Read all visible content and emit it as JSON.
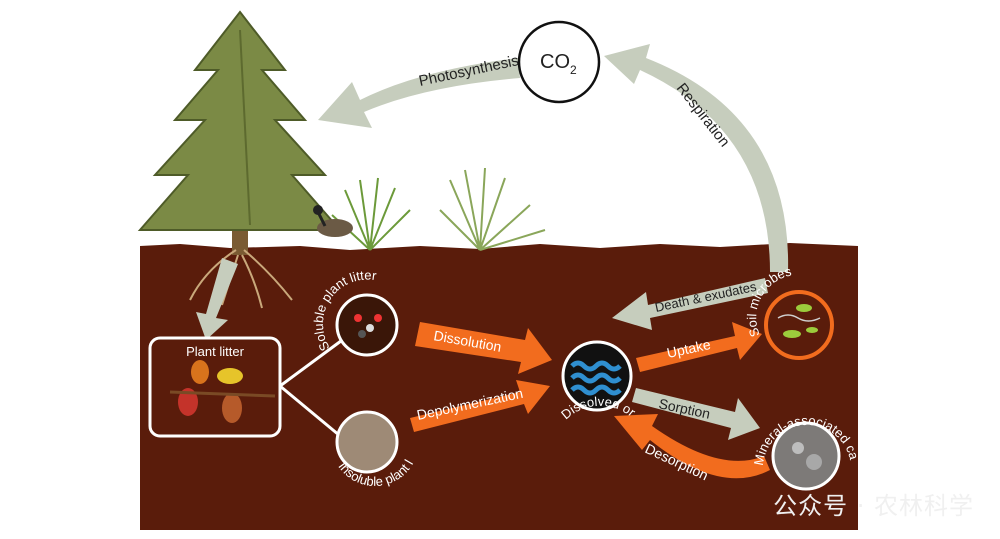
{
  "diagram": {
    "co2": {
      "base": "CO",
      "sub": "2"
    },
    "arrows": {
      "photosynthesis": "Photosynthesis",
      "respiration": "Respiration",
      "dissolution": "Dissolution",
      "depolymerization": "Depolymerization",
      "uptake": "Uptake",
      "death_exudates": "Death & exudates",
      "sorption": "Sorption",
      "desorption": "Desorption"
    },
    "nodes": {
      "plant_litter": "Plant litter",
      "soluble_plant_litter": "Soluble plant litter",
      "insoluble_plant_litter": "Insoluble plant litter",
      "dissolved_organic_carbon": "Dissolved organic carbon",
      "soil_microbes": "Soil microbes",
      "mineral_associated_carbon": "Mineral-associated carbon"
    },
    "colors": {
      "soil": "#5a1c0b",
      "orange_arrow": "#f26c1e",
      "grey_arrow": "#c6cdbd",
      "node_border": "#ffffff"
    }
  },
  "watermark": {
    "text": "公众号 · 农林科学"
  }
}
